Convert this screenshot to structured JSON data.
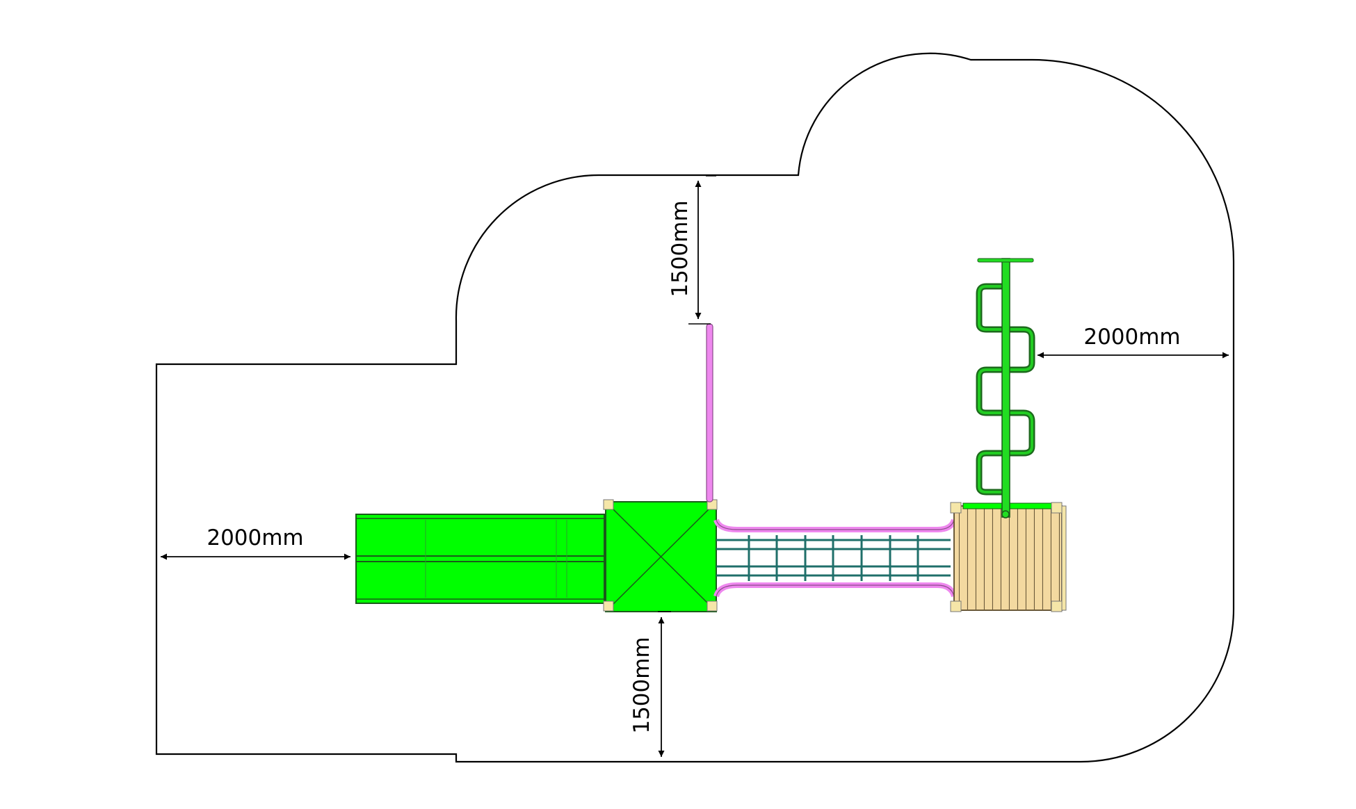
{
  "dimensions": {
    "left_clearance": "2000mm",
    "right_clearance": "2000mm",
    "top_clearance": "1500mm",
    "bottom_clearance": "1500mm"
  },
  "colors": {
    "outline": "#000000",
    "slide_green": "#00ff00",
    "deck_green": "#00ff00",
    "rail_pink": "#ee88ee",
    "bridge_teal": "#1f6f6a",
    "climber_green": "#1c8a1c",
    "post_cap": "#f5e6a8",
    "wood_deck": "#f3d9a0"
  },
  "icons": {
    "arrow": "arrowhead-icon",
    "roof_cross": "cross-icon"
  }
}
